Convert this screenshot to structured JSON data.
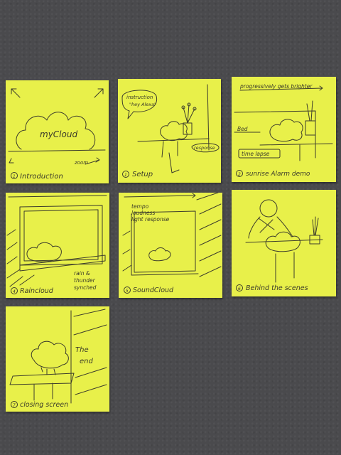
{
  "notes": [
    {
      "id": "n1",
      "caption": "Introduction",
      "number": "1",
      "texts": [
        "myCloud",
        "zoom"
      ]
    },
    {
      "id": "n2",
      "caption": "Setup",
      "number": "1",
      "texts": [
        "instruction",
        "\"hey Alexa\"",
        "response"
      ]
    },
    {
      "id": "n3",
      "caption": "sunrise Alarm demo",
      "number": "2",
      "texts": [
        "progressively gets brighter",
        "Bed",
        "time lapse"
      ]
    },
    {
      "id": "n4",
      "caption": "Raincloud",
      "number": "4",
      "texts": [
        "rain &",
        "thunder",
        "synched"
      ]
    },
    {
      "id": "n5",
      "caption": "SoundCloud",
      "number": "5",
      "texts": [
        "tempo",
        "loudness",
        "light response"
      ]
    },
    {
      "id": "n6",
      "caption": "Behind the scenes",
      "number": "6",
      "texts": []
    },
    {
      "id": "n7",
      "caption": "closing screen",
      "number": "7",
      "texts": [
        "The",
        "end"
      ]
    }
  ],
  "colors": {
    "note": "#e8f04a",
    "background": "#4a4a4d",
    "ink": "#3d3d2c"
  }
}
